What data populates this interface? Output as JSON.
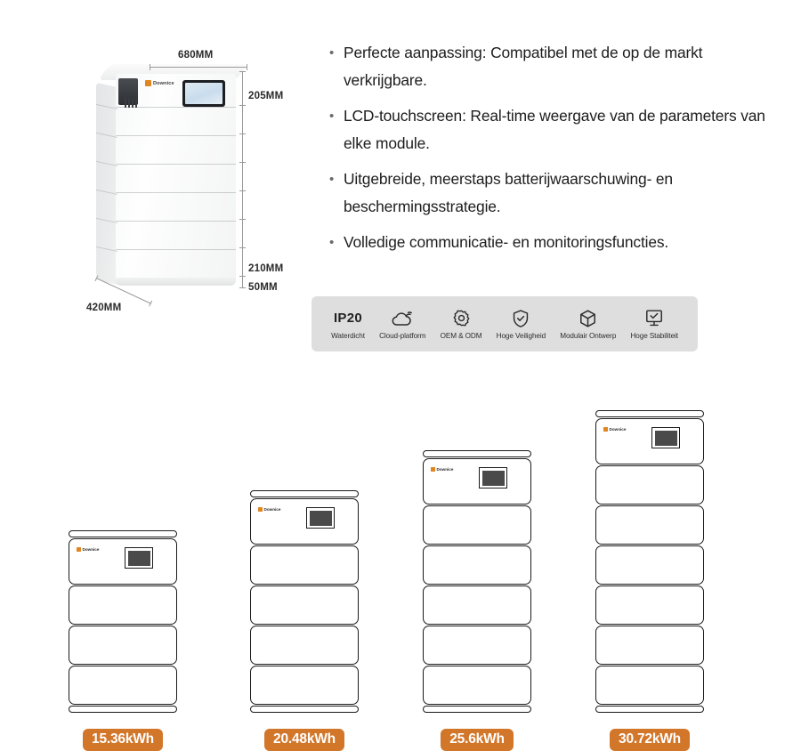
{
  "product": {
    "brand": "Downice",
    "dimensions": {
      "width": "680MM",
      "depth": "420MM",
      "head_height": "205MM",
      "module_height": "210MM",
      "base_height": "50MM"
    }
  },
  "features": {
    "bullet_glyph": "•",
    "items": [
      "Perfecte aanpassing: Compatibel met de op de markt verkrijgbare.",
      "LCD-touchscreen: Real-time weergave van de parameters van elke module.",
      "Uitgebreide, meerstaps batterijwaarschuwing- en beschermingsstrategie.",
      "Volledige communicatie- en monitoringsfuncties."
    ]
  },
  "feature_bar": {
    "background_color": "#dddedd",
    "badges": [
      {
        "icon": "ip20-rating-icon",
        "title": "IP20",
        "label": "Waterdicht"
      },
      {
        "icon": "cloud-icon",
        "title": "",
        "label": "Cloud-platform"
      },
      {
        "icon": "gear-icon",
        "title": "",
        "label": "OEM & ODM"
      },
      {
        "icon": "shield-check-icon",
        "title": "",
        "label": "Hoge Veiligheid"
      },
      {
        "icon": "cube-icon",
        "title": "",
        "label": "Modulair Ontwerp"
      },
      {
        "icon": "monitor-check-icon",
        "title": "",
        "label": "Hoge Stabiliteit"
      }
    ]
  },
  "capacity_lineup": {
    "badge_color": "#d2762a",
    "stacks": [
      {
        "capacity": "15.36kWh",
        "modules": 3
      },
      {
        "capacity": "20.48kWh",
        "modules": 4
      },
      {
        "capacity": "25.6kWh",
        "modules": 5
      },
      {
        "capacity": "30.72kWh",
        "modules": 6
      }
    ]
  }
}
